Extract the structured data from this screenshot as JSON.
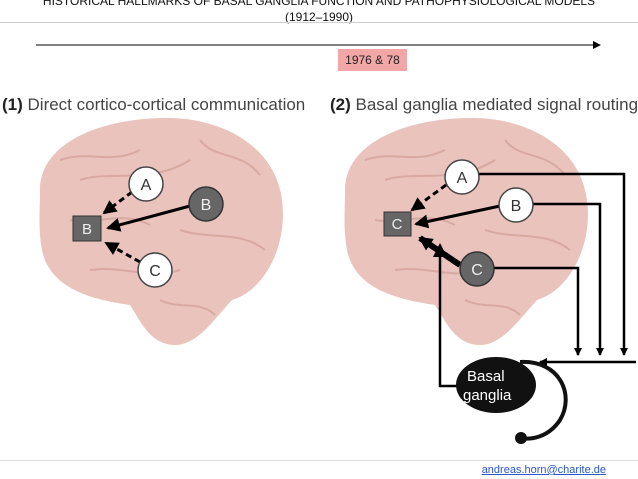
{
  "header": {
    "title": "HISTORICAL HALLMARKS OF BASAL GANGLIA FUNCTION AND PATHOPHYSIOLOGICAL MODELS",
    "subtitle": "(1912–1990)"
  },
  "timeline": {
    "badge_label": "1976 & 78"
  },
  "panel_left": {
    "number_label": "(1)",
    "heading": "Direct cortico-cortical communication",
    "nodes": {
      "a": "A",
      "b_circle": "B",
      "c": "C",
      "target": "B"
    }
  },
  "panel_right": {
    "number_label": "(2)",
    "heading": "Basal ganglia mediated signal routing",
    "nodes": {
      "a": "A",
      "b": "B",
      "c": "C",
      "target": "C"
    },
    "basal_ganglia_line1": "Basal",
    "basal_ganglia_line2": "ganglia"
  },
  "colors": {
    "brain": "#e8bdb6",
    "node_dark": "#666666",
    "badge": "#f2a6a6"
  },
  "footer": {
    "email": "andreas.horn@charite.de"
  }
}
